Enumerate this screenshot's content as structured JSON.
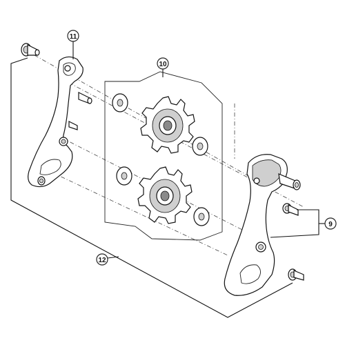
{
  "diagram": {
    "callouts": [
      {
        "id": "11",
        "label": "11"
      },
      {
        "id": "10",
        "label": "10"
      },
      {
        "id": "9",
        "label": "9"
      },
      {
        "id": "12",
        "label": "12"
      }
    ],
    "parts": {
      "inner_plate": "inner-cage-plate",
      "outer_plate": "outer-cage-plate",
      "upper_pulley": "tension-pulley",
      "lower_pulley": "guide-pulley"
    }
  }
}
